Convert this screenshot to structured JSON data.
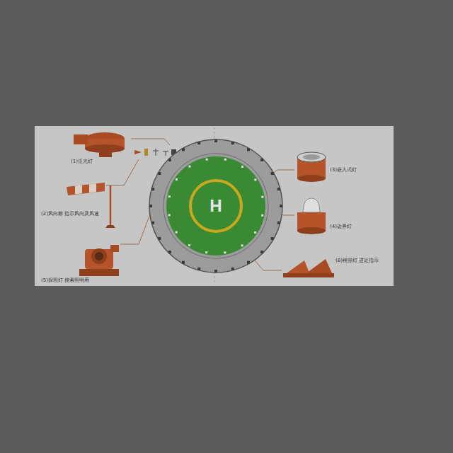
{
  "diagram": {
    "nodes": [
      {
        "text": [
          "H"
        ]
      }
    ],
    "labels": [
      "(1)泛光灯",
      "(2)风向标 指示风向及风速",
      "(3)嵌入式灯",
      "(4)边界灯",
      "(5)探照灯 搜索照明用",
      "(6)楔形灯 进近指示"
    ]
  }
}
